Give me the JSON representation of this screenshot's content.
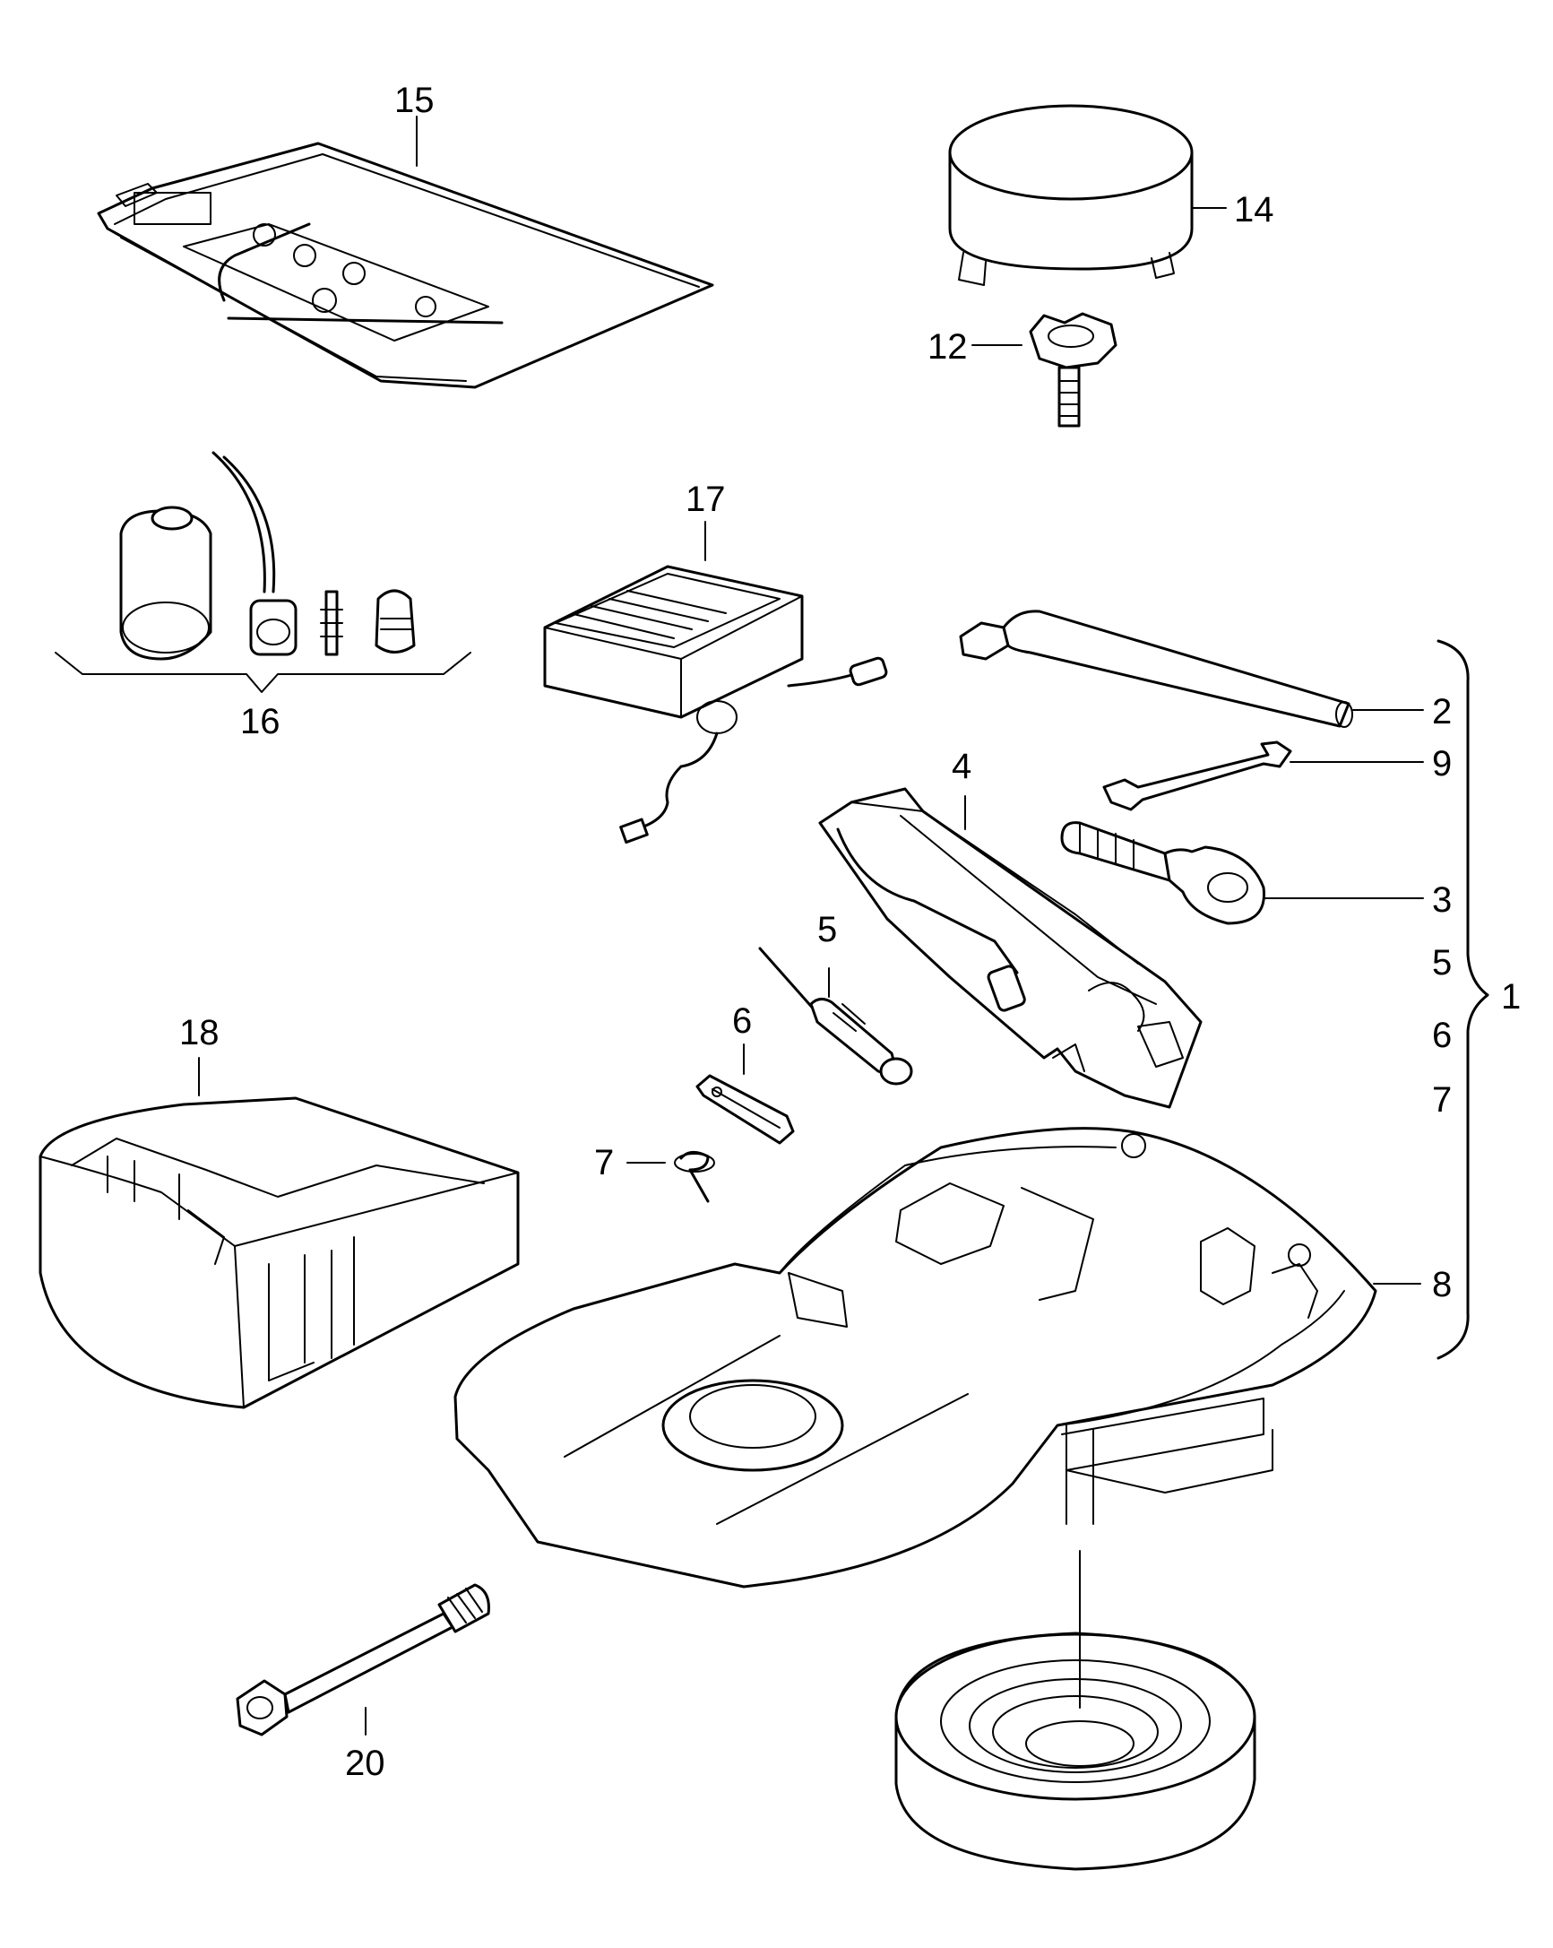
{
  "callouts": {
    "c1": "1",
    "c2": "2",
    "c3": "3",
    "c4": "4",
    "c5": "5",
    "c5b": "5",
    "c6": "6",
    "c6b": "6",
    "c7": "7",
    "c7b": "7",
    "c8": "8",
    "c9": "9",
    "c12": "12",
    "c14": "14",
    "c15": "15",
    "c16": "16",
    "c17": "17",
    "c18": "18",
    "c20": "20"
  }
}
